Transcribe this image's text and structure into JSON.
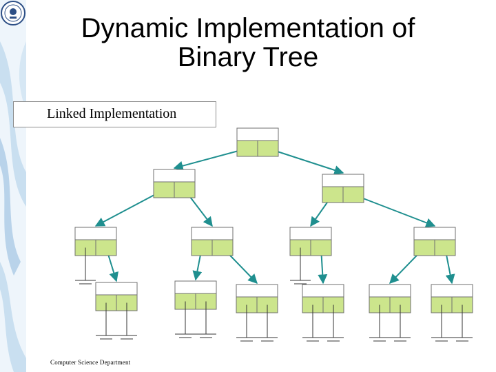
{
  "slide": {
    "title_line1": "Dynamic Implementation of",
    "title_line2": "Binary Tree",
    "subtitle": "Linked Implementation",
    "footer": "Computer Science Department"
  },
  "colors": {
    "node_fill": "#cce58c",
    "node_border": "#6f6f6f",
    "arrow": "#1f8f8f",
    "strip": "#c9dff0"
  },
  "icons": {
    "logo": "university-seal-icon",
    "null_pointer": "ground-symbol-icon"
  },
  "tree": {
    "nodes": [
      {
        "id": "root"
      },
      {
        "id": "l1-left"
      },
      {
        "id": "l1-right"
      },
      {
        "id": "l2-a"
      },
      {
        "id": "l2-b"
      },
      {
        "id": "l2-c"
      },
      {
        "id": "l2-d"
      },
      {
        "id": "l3-a"
      },
      {
        "id": "l3-b"
      },
      {
        "id": "l3-c"
      },
      {
        "id": "l3-d"
      },
      {
        "id": "l3-e"
      },
      {
        "id": "l3-f"
      }
    ],
    "edges": [
      [
        "root",
        "l1-left"
      ],
      [
        "root",
        "l1-right"
      ],
      [
        "l1-left",
        "l2-a"
      ],
      [
        "l1-left",
        "l2-b"
      ],
      [
        "l1-right",
        "l2-c"
      ],
      [
        "l1-right",
        "l2-d"
      ],
      [
        "l2-a",
        "l3-a"
      ],
      [
        "l2-b",
        "l3-b"
      ],
      [
        "l2-b",
        "l3-c"
      ],
      [
        "l2-c",
        "l3-d"
      ],
      [
        "l2-d",
        "l3-e"
      ],
      [
        "l2-d",
        "l3-f"
      ]
    ]
  }
}
